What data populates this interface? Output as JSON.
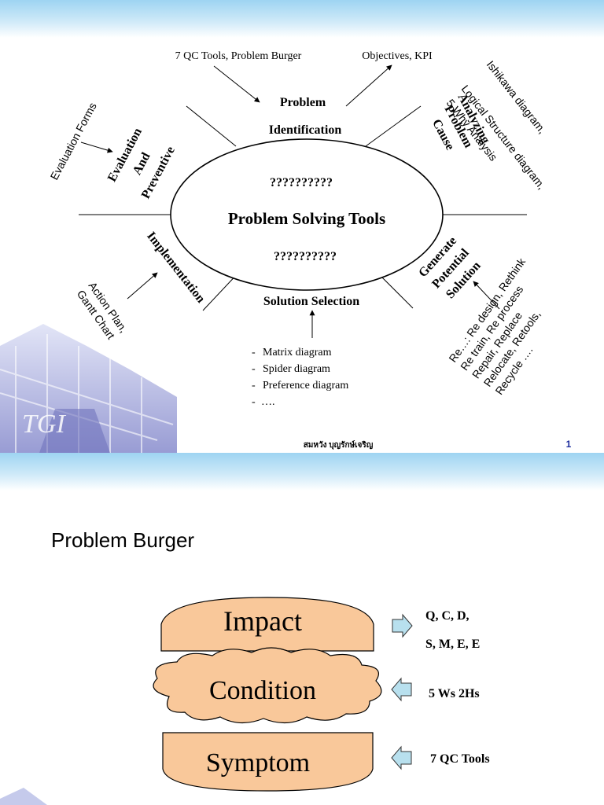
{
  "slide1": {
    "center": {
      "top_marks": "??????????",
      "title": "Problem Solving Tools",
      "bottom_marks": "??????????"
    },
    "stages": {
      "problem_line1": "Problem",
      "problem_line2": "Identification",
      "analyzing_line1": "Analyzing",
      "analyzing_line2": "Problem",
      "analyzing_line3": "Cause",
      "generate_line1": "Generate",
      "generate_line2": "Potential",
      "generate_line3": "Solution",
      "solution_selection": "Solution Selection",
      "implementation": "Implementation",
      "evaluation_line1": "Evaluation",
      "evaluation_line2": "And",
      "evaluation_line3": "Preventive"
    },
    "tools": {
      "qc_burger": "7 QC Tools, Problem Burger",
      "objectives": "Objectives, KPI",
      "ishikawa": "Ishikawa diagram,",
      "logical": "Logical Structure diagram,",
      "five_why": "5 Why Analysis",
      "re_line1": "Re…: Re design, Rethink",
      "re_line2": "Re train, Re process",
      "re_line3": "Repair, Replace",
      "re_line4": "Relocate, Retools,",
      "re_line5": "Recycle ….",
      "matrix": "Matrix diagram",
      "spider": "Spider diagram",
      "preference": "Preference diagram",
      "ellipsis": "….",
      "action_plan": "Action Plan,",
      "gantt": "Gantt Chart",
      "eval_forms": "Evaluation Forms"
    },
    "logo": "TGI",
    "footer_author": "สมหวัง บุญรักษ์เจริญ",
    "page_number": "1"
  },
  "slide2": {
    "title": "Problem Burger",
    "layers": {
      "impact": "Impact",
      "condition": "Condition",
      "symptom": "Symptom"
    },
    "labels": {
      "impact_line1": "Q, C, D,",
      "impact_line2": "S, M, E, E",
      "condition": "5 Ws 2Hs",
      "symptom": "7 QC Tools"
    }
  },
  "colors": {
    "bun_fill": "#f9c89a",
    "arrow_fill": "#b8e0ee",
    "band_top": "#9ed4f2",
    "page_number": "#1a2a9c"
  }
}
